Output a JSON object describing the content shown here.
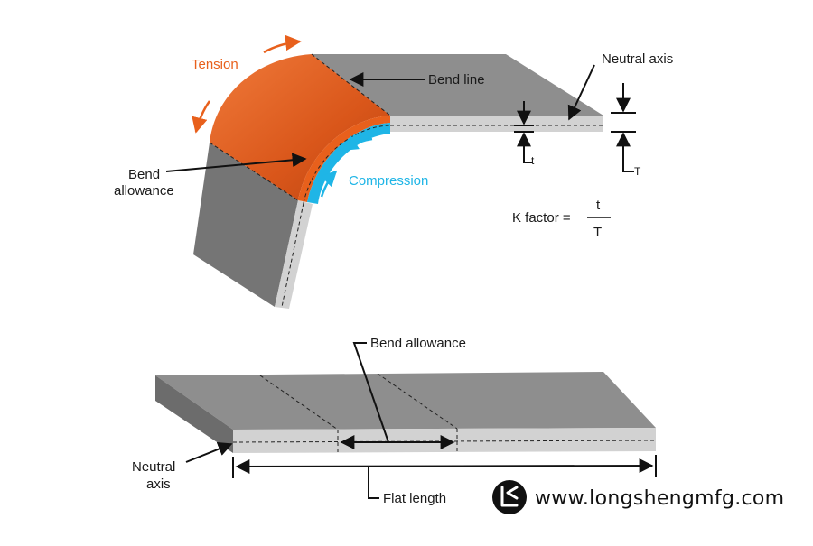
{
  "colors": {
    "tension": "#e8601c",
    "compression": "#1fb5e6",
    "steel_top": "#8f8f8f",
    "steel_side": "#6f6f6f",
    "steel_edge": "#cdcdcd"
  },
  "top_diagram": {
    "tension": "Tension",
    "compression": "Compression",
    "bend_line": "Bend line",
    "neutral_axis": "Neutral axis",
    "bend_allowance_line1": "Bend",
    "bend_allowance_line2": "allowance",
    "t_label": "t",
    "T_label": "T",
    "k_factor": {
      "lhs": "K factor =",
      "numerator": "t",
      "denominator": "T"
    }
  },
  "bottom_diagram": {
    "bend_allowance": "Bend allowance",
    "neutral_axis_line1": "Neutral",
    "neutral_axis_line2": "axis",
    "flat_length": "Flat length"
  },
  "watermark": {
    "logo_icon": "longsheng-logo-icon",
    "url": "www.longshengmfg.com"
  }
}
